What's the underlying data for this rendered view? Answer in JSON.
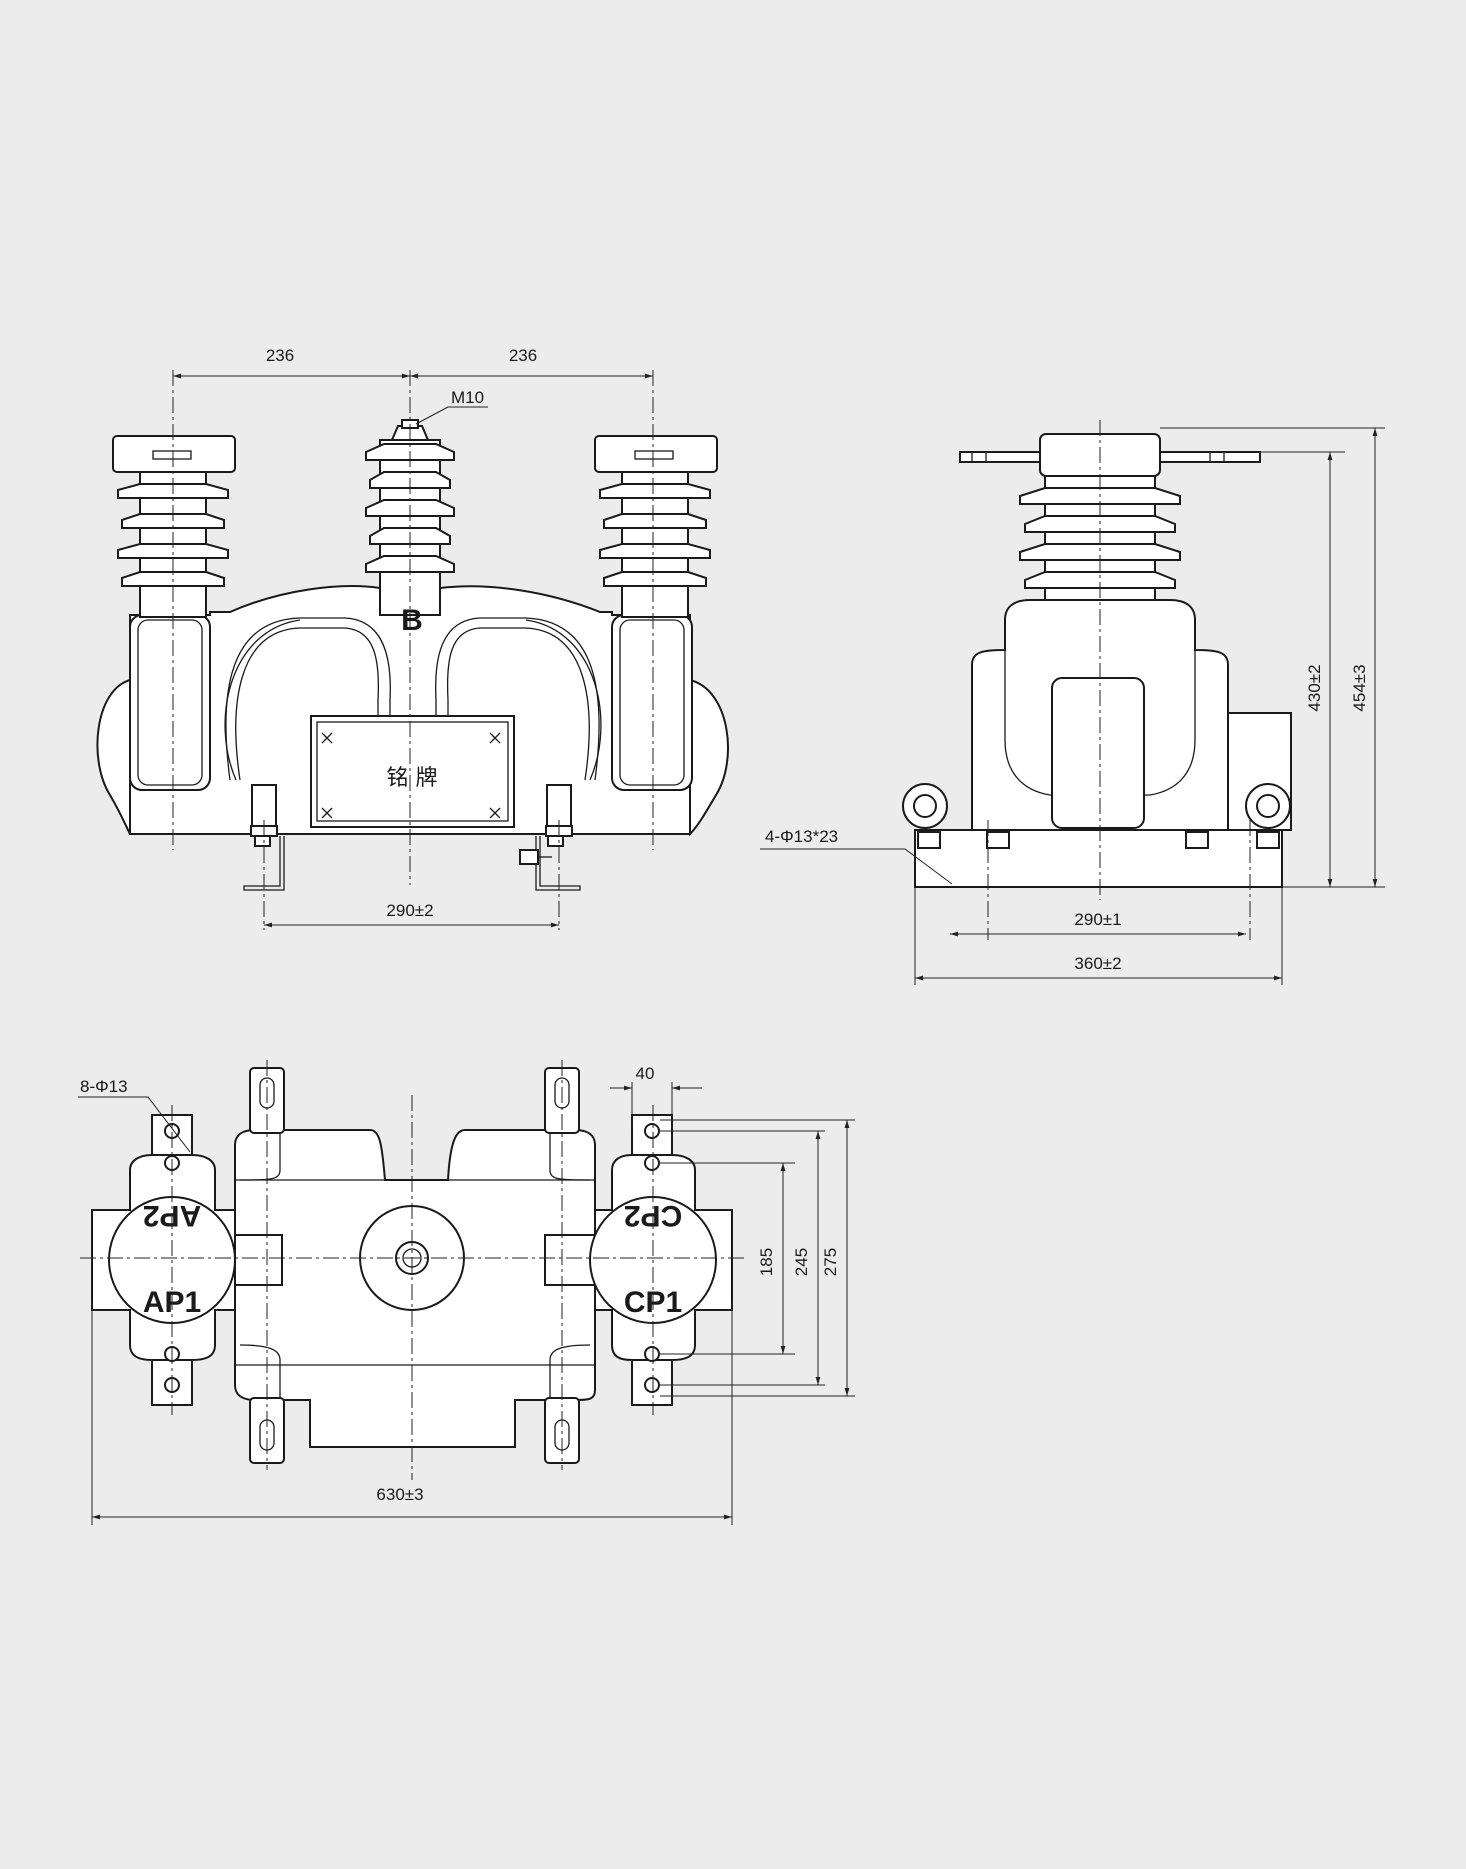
{
  "front_view": {
    "dim_left_spacing": "236",
    "dim_right_spacing": "236",
    "thread_label": "M10",
    "terminal_label": "B",
    "nameplate_label": "铭 牌",
    "dim_mount_spacing": "290±2"
  },
  "side_view": {
    "hole_spec": "4-Φ13*23",
    "dim_height_inner": "430±2",
    "dim_height_total": "454±3",
    "dim_hole_spacing": "290±1",
    "dim_base_width": "360±2"
  },
  "top_view": {
    "hole_spec": "8-Φ13",
    "dim_tab": "40",
    "dim_185": "185",
    "dim_245": "245",
    "dim_275": "275",
    "dim_total_width": "630±3",
    "label_ap1": "AP1",
    "label_ap2": "AP2",
    "label_cp1": "CP1",
    "label_cp2": "CP2"
  }
}
